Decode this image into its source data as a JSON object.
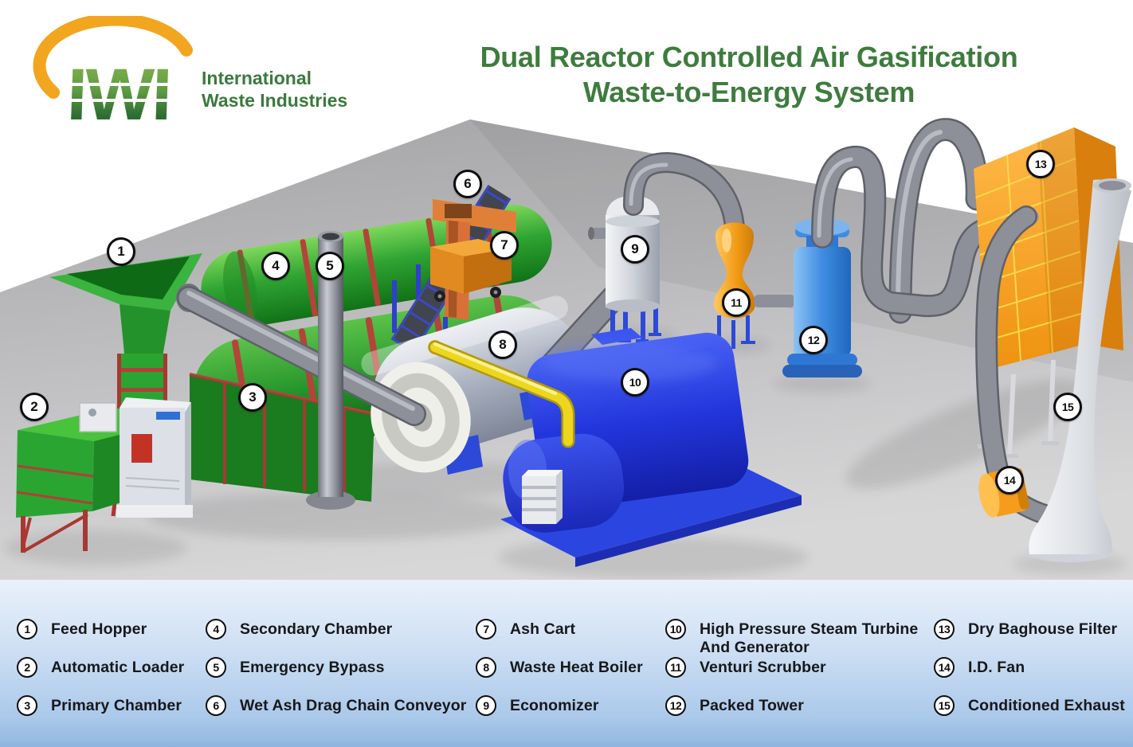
{
  "header": {
    "logo_acronym": "IWI",
    "logo_company": {
      "line1": "International",
      "line2": "Waste Industries"
    },
    "title": {
      "line1": "Dual Reactor Controlled Air Gasification",
      "line2": "Waste-to-Energy System"
    }
  },
  "colors": {
    "brand_green": "#3e7c3e",
    "logo_orange": "#f2a51f",
    "legend_text": "#17181a",
    "legend_bg_top": "#e9f1fb",
    "legend_bg_bottom": "#8db2dc",
    "equipment_green": "#2fa433",
    "equipment_blue": "#2336dc",
    "equipment_orange": "#f59c1c",
    "pipe_gray": "#8d8f99"
  },
  "diagram": {
    "markers": [
      {
        "number": "1"
      },
      {
        "number": "2"
      },
      {
        "number": "3"
      },
      {
        "number": "4"
      },
      {
        "number": "5"
      },
      {
        "number": "6"
      },
      {
        "number": "7"
      },
      {
        "number": "8"
      },
      {
        "number": "9"
      },
      {
        "number": "10"
      },
      {
        "number": "11"
      },
      {
        "number": "12"
      },
      {
        "number": "13"
      },
      {
        "number": "14"
      },
      {
        "number": "15"
      }
    ]
  },
  "legend": {
    "items": [
      {
        "number": "1",
        "lines": [
          "Feed Hopper"
        ]
      },
      {
        "number": "2",
        "lines": [
          "Automatic Loader"
        ]
      },
      {
        "number": "3",
        "lines": [
          "Primary Chamber"
        ]
      },
      {
        "number": "4",
        "lines": [
          "Secondary Chamber"
        ]
      },
      {
        "number": "5",
        "lines": [
          "Emergency Bypass"
        ]
      },
      {
        "number": "6",
        "lines": [
          "Wet Ash Drag Chain Conveyor"
        ]
      },
      {
        "number": "7",
        "lines": [
          "Ash Cart"
        ]
      },
      {
        "number": "8",
        "lines": [
          "Waste Heat Boiler"
        ]
      },
      {
        "number": "9",
        "lines": [
          "Economizer"
        ]
      },
      {
        "number": "10",
        "lines": [
          "High Pressure Steam Turbine",
          "And Generator"
        ]
      },
      {
        "number": "11",
        "lines": [
          "Venturi Scrubber"
        ]
      },
      {
        "number": "12",
        "lines": [
          "Packed Tower"
        ]
      },
      {
        "number": "13",
        "lines": [
          "Dry Baghouse Filter"
        ]
      },
      {
        "number": "14",
        "lines": [
          "I.D. Fan"
        ]
      },
      {
        "number": "15",
        "lines": [
          "Conditioned Exhaust"
        ]
      }
    ]
  }
}
